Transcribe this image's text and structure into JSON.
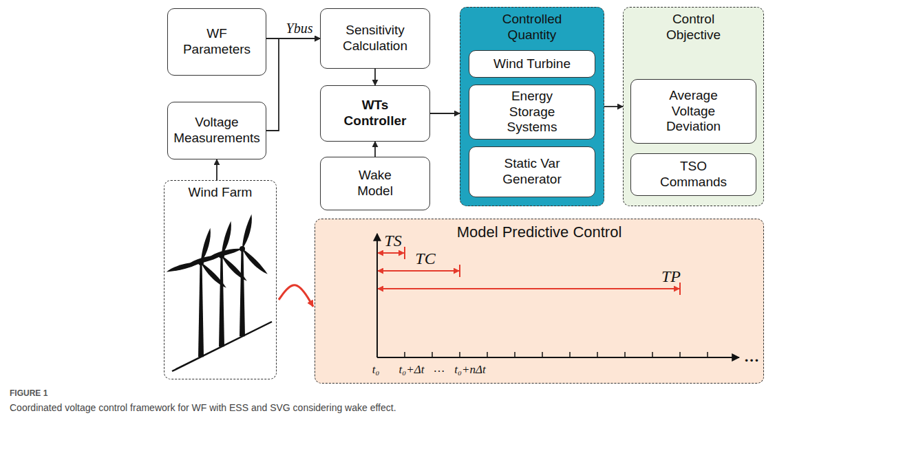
{
  "diagram": {
    "caption": "Coordinated voltage control framework for WF with ESS and SVG considering wake effect.",
    "nodes": [
      {
        "text": [
          "WF Parameters"
        ]
      },
      {
        "text": [
          "Voltage Measurements"
        ]
      },
      {
        "text": [
          "Wind Farm"
        ]
      },
      {
        "text": [
          "Sensitivity Calculation"
        ]
      },
      {
        "text": [
          "WTs Controller"
        ]
      },
      {
        "text": [
          "Wake Model"
        ]
      },
      {
        "text": [
          "Controlled Quantity"
        ]
      },
      {
        "text": [
          "Wind Turbine"
        ],
        "in": 6
      },
      {
        "text": [
          "Energy Storage Systems"
        ],
        "in": 6
      },
      {
        "text": [
          "Static Var Generator"
        ],
        "in": 6
      },
      {
        "text": [
          "Control Objective"
        ]
      },
      {
        "text": [
          "Average Voltage Deviation"
        ],
        "in": 10
      },
      {
        "text": [
          "TSO Commands"
        ],
        "in": 10
      },
      {
        "text": [
          "Model Predictive Control"
        ]
      }
    ],
    "edges": [
      {
        "from": 0,
        "to": 3,
        "label": "Ybus",
        "arrow": "to"
      },
      {
        "from": 1,
        "to": 3,
        "arrow": "to"
      },
      {
        "from": 2,
        "to": 1,
        "arrow": "to"
      },
      {
        "from": 3,
        "to": 4,
        "arrow": "to"
      },
      {
        "from": 5,
        "to": 4,
        "arrow": "to"
      },
      {
        "from": 4,
        "to": 6,
        "arrow": "to"
      },
      {
        "from": 6,
        "to": 10,
        "arrow": "to"
      },
      {
        "from": 2,
        "to": 13,
        "arrow": "to"
      }
    ],
    "labels": [
      "TS",
      "TC",
      "TP",
      "t₀",
      "t₀+Δt",
      "…",
      "t₀+nΔt",
      "…",
      "FIGURE 1"
    ]
  }
}
